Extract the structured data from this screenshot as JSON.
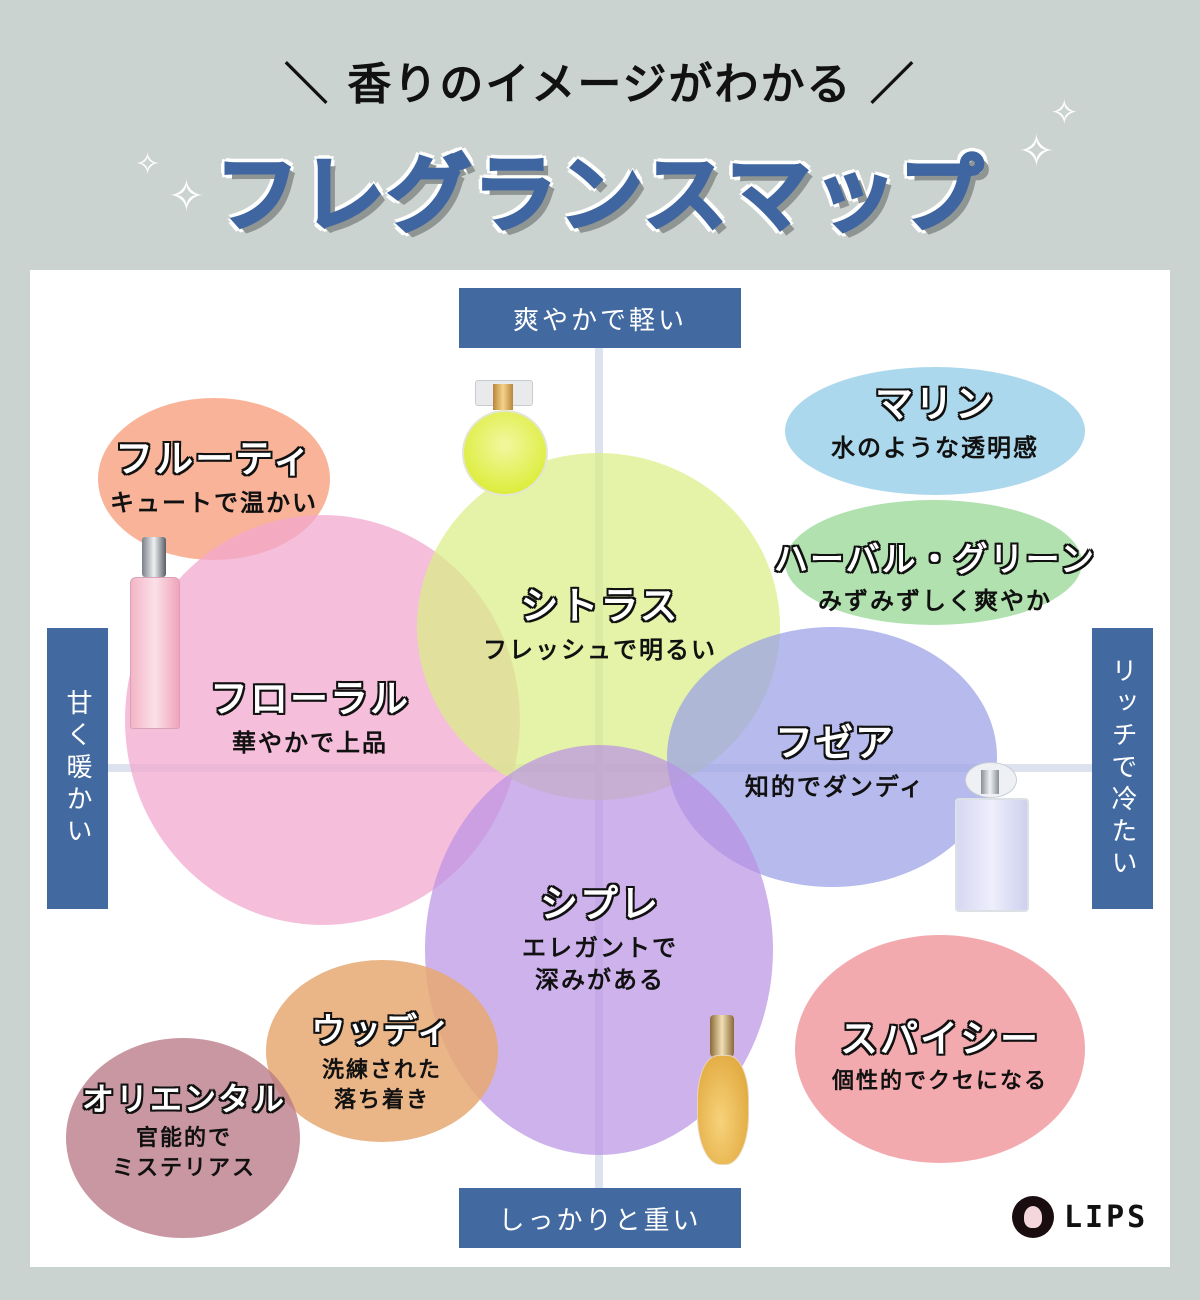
{
  "header": {
    "subtitle": "＼ 香りのイメージがわかる ／",
    "title": "フレグランスマップ"
  },
  "axes": {
    "top": "爽やかで軽い",
    "bottom": "しっかりと重い",
    "left": "甘く暖かい",
    "right": "リッチで冷たい"
  },
  "categories": [
    {
      "id": "fruity",
      "name": "フルーティ",
      "desc": "キュートで温かい",
      "color": "#f8a98a"
    },
    {
      "id": "floral",
      "name": "フローラル",
      "desc": "華やかで上品",
      "color": "#f2a8cf"
    },
    {
      "id": "citrus",
      "name": "シトラス",
      "desc": "フレッシュで明るい",
      "color": "#dcef8c"
    },
    {
      "id": "marine",
      "name": "マリン",
      "desc": "水のような透明感",
      "color": "#a8d6ec"
    },
    {
      "id": "herbal",
      "name": "ハーバル・グリーン",
      "desc": "みずみずしく爽やか",
      "color": "#a9dea6"
    },
    {
      "id": "fougere",
      "name": "フゼア",
      "desc": "知的でダンディ",
      "color": "#a5aae6"
    },
    {
      "id": "chypre",
      "name": "シプレ",
      "desc": "エレガントで深みがある",
      "desc_line1": "エレガントで",
      "desc_line2": "深みがある",
      "color": "#c7a2e8"
    },
    {
      "id": "woody",
      "name": "ウッディ",
      "desc_line1": "洗練された",
      "desc_line2": "落ち着き",
      "color": "#e6b07a"
    },
    {
      "id": "oriental",
      "name": "オリエンタル",
      "desc_line1": "官能的で",
      "desc_line2": "ミステリアス",
      "color": "#c6909d"
    },
    {
      "id": "spicy",
      "name": "スパイシー",
      "desc": "個性的でクセになる",
      "color": "#f2a5aa"
    }
  ],
  "bottles": [
    "citrus-bottle",
    "floral-bottle",
    "fougere-bottle",
    "chypre-bottle"
  ],
  "logo": {
    "text": "LIPS"
  },
  "icons": {
    "sparkle": "✧"
  }
}
